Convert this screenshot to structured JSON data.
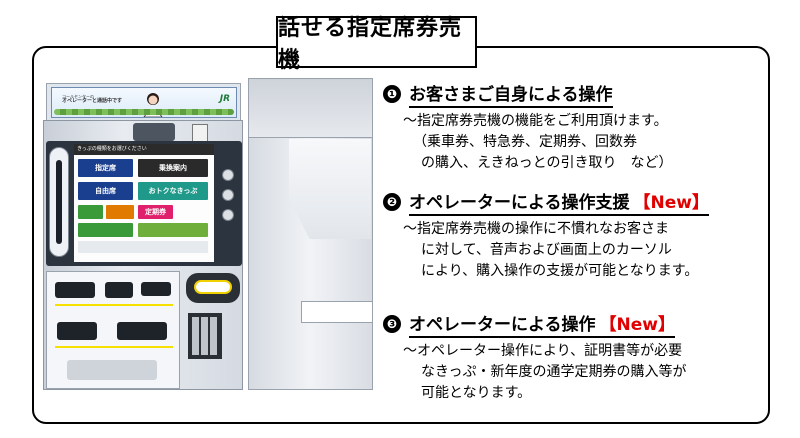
{
  "title": "話せる指定席券売機",
  "machine": {
    "banner_line1": "コールセンターの",
    "banner_line2": "オペレーターと通話中です",
    "brand": "JR",
    "screen_header": "きっぷの種類をお選びください",
    "buttons": {
      "reserved": "指定席",
      "unreserved": "自由席",
      "transfer": "乗換案内",
      "deals": "おトクなきっぷ",
      "commuter": "定期券"
    }
  },
  "items": [
    {
      "number": "❶",
      "heading": "お客さまご自身による操作",
      "new_tag": "",
      "lines": [
        "～指定席券売機の機能をご利用頂けます。",
        "（乗車券、特急券、定期券、回数券",
        "の購入、えきねっとの引き取り　など）"
      ]
    },
    {
      "number": "❷",
      "heading": "オペレーターによる操作支援",
      "new_tag": "【New】",
      "lines": [
        "～指定席券売機の操作に不慣れなお客さま",
        "に対して、音声および画面上のカーソル",
        "により、購入操作の支援が可能となります。"
      ]
    },
    {
      "number": "❸",
      "heading": "オペレーターによる操作",
      "new_tag": "【New】",
      "lines": [
        "～オペレーター操作により、証明書等が必要",
        "なきっぷ・新年度の通学定期券の購入等が",
        "可能となります。"
      ]
    }
  ]
}
